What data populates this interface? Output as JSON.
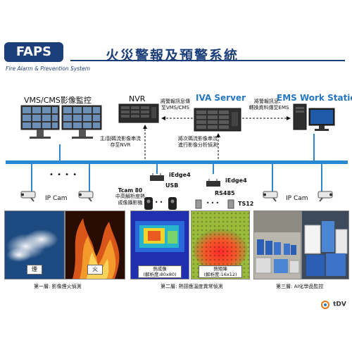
{
  "header": {
    "badge": "FAPS",
    "title": "火災警報及預警系統",
    "subtitle": "Fire Alarm & Prevention System"
  },
  "nodes": {
    "vms_label": "VMS/CMS影像監控",
    "nvr_label": "NVR",
    "iva_label": "IVA Server",
    "ems_label": "EMS Work Station",
    "iedge4_a": "iEdge4",
    "iedge4_b": "iEdge4",
    "usb_label": "USB",
    "rs485_label": "RS485",
    "ts12_label": "TS12",
    "tcam_title": "Tcam 80",
    "tcam_desc_1": "中高解析度熱",
    "tcam_desc_2": "成像攝影機",
    "ipcam_left": "IP Cam",
    "ipcam_right": "IP Cam",
    "dots_top": "• • • •",
    "dots_iedge": "• •",
    "dots_ts": "• • •"
  },
  "notes": {
    "iva_to_vms_1": "將警報訊息傳",
    "iva_to_vms_2": "至VMS/CMS",
    "iva_to_ems_1": "將警報訊息、",
    "iva_to_ems_2": "轉換資料傳至EMS",
    "stream_to_nvr_1": "主/副碼流影像串流",
    "stream_to_nvr_2": "存至NVR",
    "stream_to_iva_1": "將次碼流影像串流",
    "stream_to_iva_2": "進行影像分析偵測"
  },
  "panels": {
    "smoke_label": "煙",
    "fire_label": "火",
    "thermo_cam_1": "熱成像",
    "thermo_cam_2": "(解析度:80x80)",
    "thermo_array_1": "熱矩陣",
    "thermo_array_2": "(解析度:16x12)"
  },
  "captions": {
    "layer1": "第一層: 影像煙火偵測",
    "layer2": "第二層: 熱感應溫度異常偵測",
    "layer3": "第三層: AI化學品監控"
  },
  "logo": "tDV",
  "colors": {
    "brand_navy": "#1c3f7a",
    "accent_blue": "#2677c2",
    "bus_blue": "#2a87d0"
  }
}
